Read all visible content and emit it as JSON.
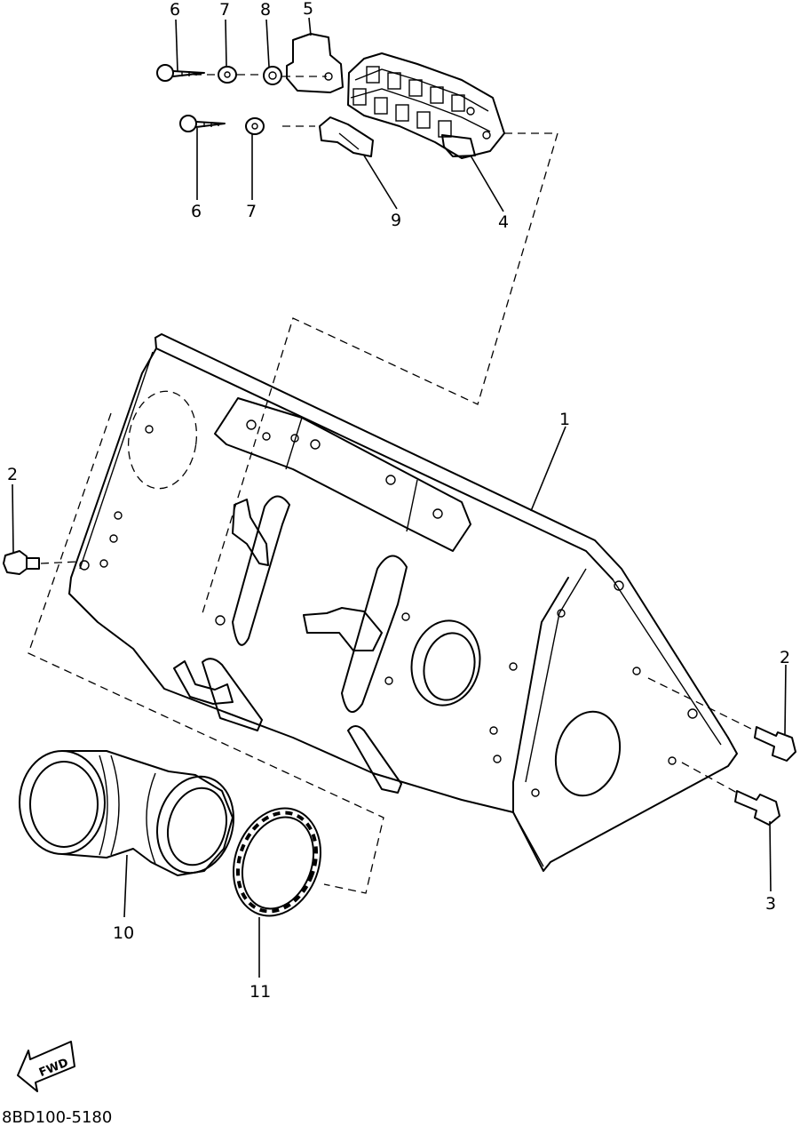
{
  "diagram": {
    "callouts": {
      "c1": "1",
      "c2_left": "2",
      "c2_right": "2",
      "c3": "3",
      "c4": "4",
      "c5": "5",
      "c6_top": "6",
      "c6_bottom": "6",
      "c7_top": "7",
      "c7_bottom": "7",
      "c8": "8",
      "c9": "9",
      "c10": "10",
      "c11": "11"
    },
    "fwd_label": "FWD",
    "reference_code": "8BD100-5180"
  }
}
